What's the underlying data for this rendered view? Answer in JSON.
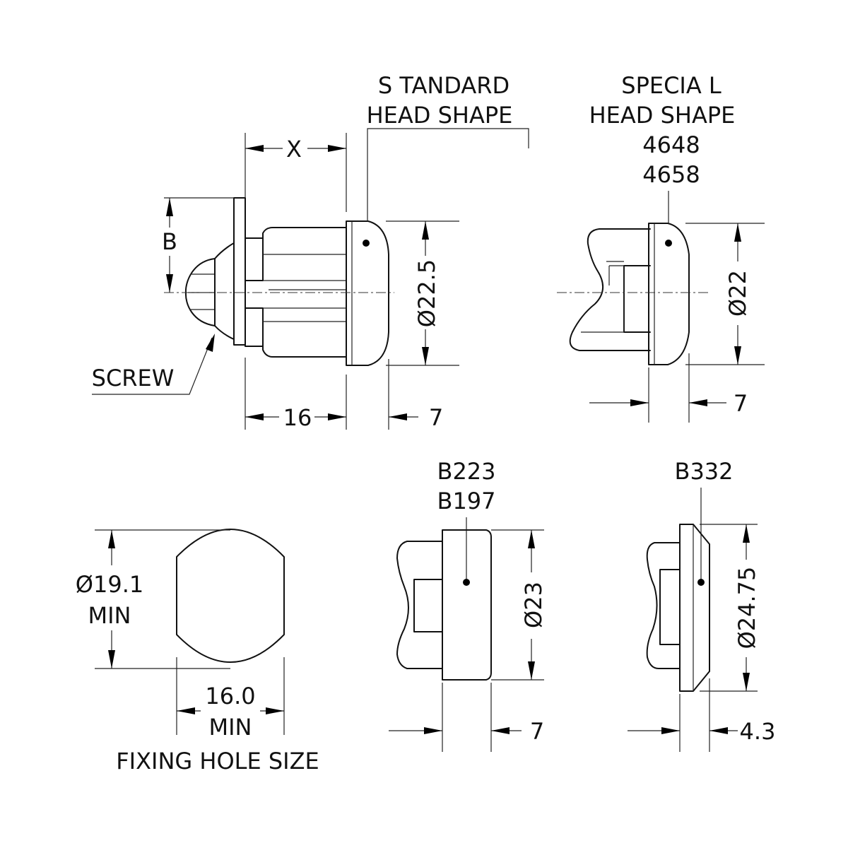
{
  "drawing": {
    "standard": {
      "title_line1": "S TANDARD",
      "title_line2": "HEAD SHAPE",
      "dim_x": "X",
      "dim_b": "B",
      "dim_diameter": "Ø22.5",
      "dim_length": "16",
      "dim_head": "7",
      "screw_label": "SCREW"
    },
    "special": {
      "title_line1": "SPECIA  L",
      "title_line2": "HEAD SHAPE",
      "code1": "4648",
      "code2": "4658",
      "dim_diameter": "Ø22",
      "dim_head": "7"
    },
    "fixing_hole": {
      "dim_height_line1": "Ø19.1",
      "dim_height_line2": "MIN",
      "dim_width_line1": "16.0",
      "dim_width_line2": "MIN",
      "caption": "FIXING HOLE SIZE"
    },
    "b223": {
      "code1": "B223",
      "code2": "B197",
      "dim_diameter": "Ø23",
      "dim_head": "7"
    },
    "b332": {
      "code1": "B332",
      "dim_diameter": "Ø24.75",
      "dim_head": "4.3"
    }
  }
}
